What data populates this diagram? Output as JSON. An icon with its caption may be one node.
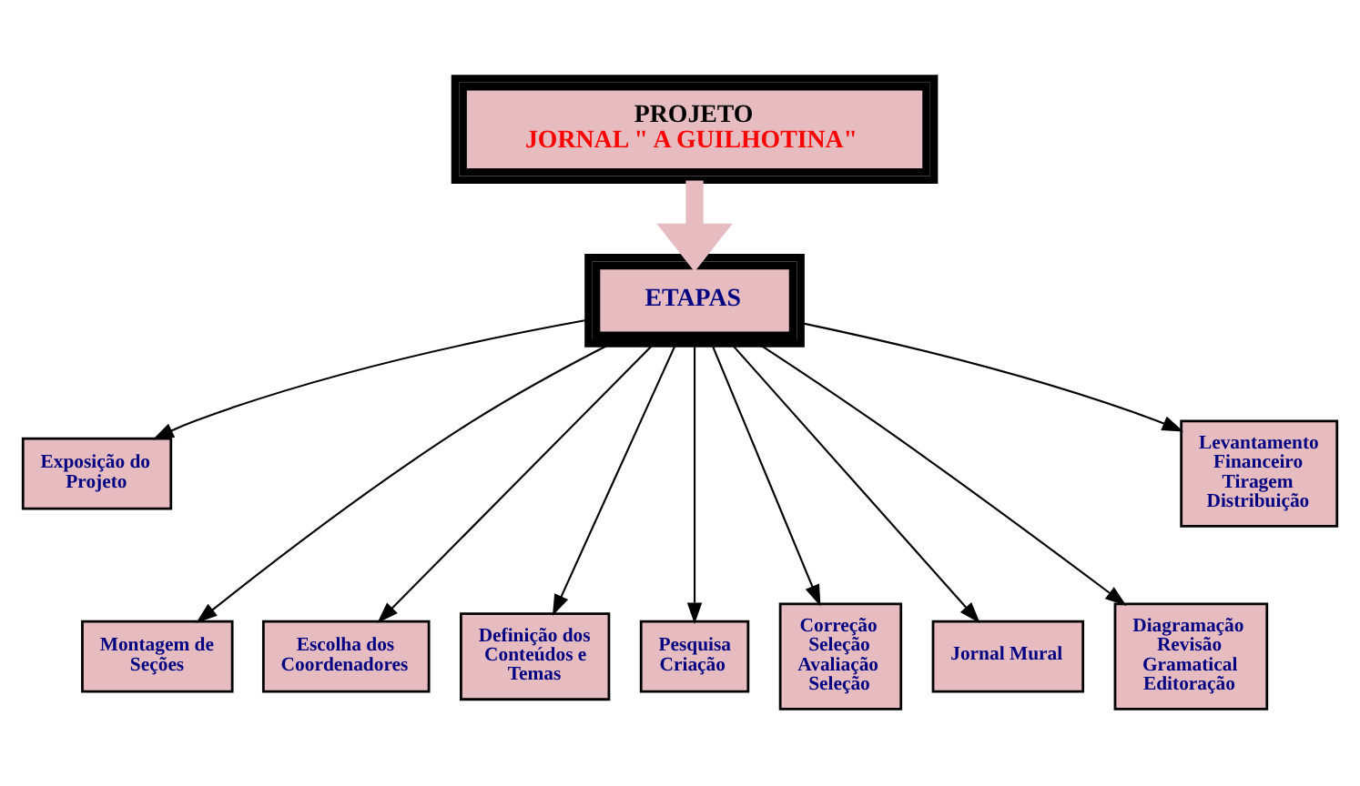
{
  "diagram": {
    "nodes": [
      {
        "text": [
          "PROJETO",
          "JORNAL \" A GUILHOTINA\""
        ]
      },
      {
        "text": [
          "ETAPAS"
        ]
      },
      {
        "text": [
          "Exposição do Projeto"
        ]
      },
      {
        "text": [
          "Montagem de Seções"
        ]
      },
      {
        "text": [
          "Escolha dos Coordenadores"
        ]
      },
      {
        "text": [
          "Definição dos Conteúdos e Temas"
        ]
      },
      {
        "text": [
          "Pesquisa Criação"
        ]
      },
      {
        "text": [
          "Correção Seleção Avaliação Seleção"
        ]
      },
      {
        "text": [
          "Jornal Mural"
        ]
      },
      {
        "text": [
          "Diagramação Revisão Gramatical Editoração"
        ]
      },
      {
        "text": [
          "Levantamento Financeiro Tiragem Distribuição"
        ]
      }
    ],
    "edges": [
      {
        "from": 0,
        "to": 1,
        "arrow": "to",
        "style": "thick",
        "color": "#e6bcc0"
      },
      {
        "from": 1,
        "to": 2,
        "arrow": "to"
      },
      {
        "from": 1,
        "to": 3,
        "arrow": "to"
      },
      {
        "from": 1,
        "to": 4,
        "arrow": "to"
      },
      {
        "from": 1,
        "to": 5,
        "arrow": "to"
      },
      {
        "from": 1,
        "to": 6,
        "arrow": "to"
      },
      {
        "from": 1,
        "to": 7,
        "arrow": "to"
      },
      {
        "from": 1,
        "to": 8,
        "arrow": "to"
      },
      {
        "from": 1,
        "to": 9,
        "arrow": "to"
      },
      {
        "from": 1,
        "to": 10,
        "arrow": "to"
      }
    ]
  }
}
